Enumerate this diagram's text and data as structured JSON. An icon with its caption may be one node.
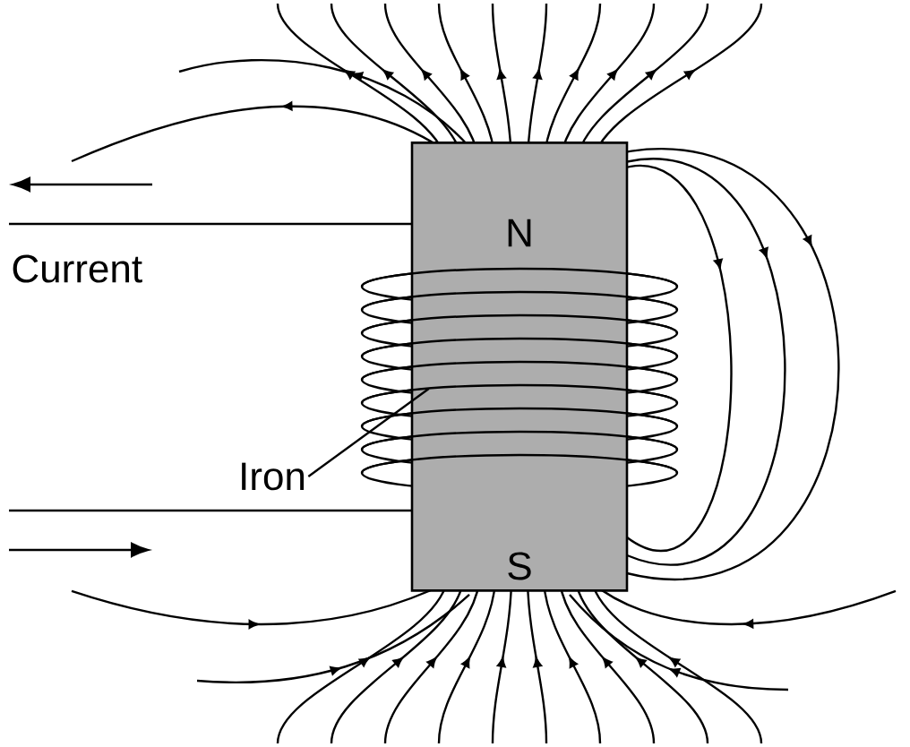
{
  "diagram": {
    "nodes": [
      {
        "text": [
          "Iron"
        ]
      },
      {
        "text": [],
        "shape": "cylinder"
      }
    ],
    "edges": [
      {
        "from": 0,
        "to": 1,
        "arrow": "none"
      }
    ],
    "labels": [
      "N",
      "Current",
      "S"
    ]
  }
}
